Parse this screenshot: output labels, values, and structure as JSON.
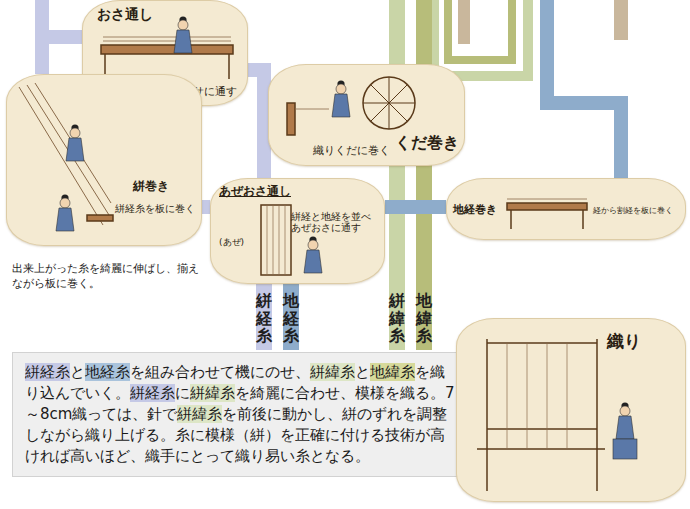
{
  "diagram": {
    "nodes": [
      {
        "text": [
          "おさ通し",
          "絣経を順番通りオサに通す"
        ]
      },
      {
        "text": [
          "絣巻き",
          "絣経糸を板に巻く"
        ]
      },
      {
        "text": [
          "くだ巻き",
          "織りくだに巻く"
        ]
      },
      {
        "text": [
          "あぜおさ通し",
          "絣経と地経を並べあぜおさに通す",
          "(あぜ)"
        ]
      },
      {
        "text": [
          "地経巻き",
          "経から割経を板に巻く"
        ]
      },
      {
        "text": [
          "絣経糸と地経糸を組み合わせて機にのせ、絣緯糸と地緯糸を織り込んでいく。絣経糸に絣緯糸を綺麗に合わせ、模様を織る。7～8cm織っては、針で絣緯糸を前後に動かし、絣のずれを調整しながら織り上げる。糸に模様（絣）を正確に付ける技術が高ければ高いほど、織手にとって織り易い糸となる。"
        ]
      },
      {
        "text": [
          "織り"
        ]
      }
    ],
    "edges": [
      {
        "from": 1,
        "to": 0,
        "arrow": "none"
      },
      {
        "from": 0,
        "to": 3,
        "arrow": "none"
      },
      {
        "from": 1,
        "to": 3,
        "arrow": "none"
      },
      {
        "from": 4,
        "to": 3,
        "arrow": "none"
      }
    ],
    "labels": [
      "出来上がった糸を綺麗に伸ばし、揃えながら板に巻く。",
      "絣経糸",
      "地経糸",
      "絣緯糸",
      "地緯糸"
    ]
  }
}
